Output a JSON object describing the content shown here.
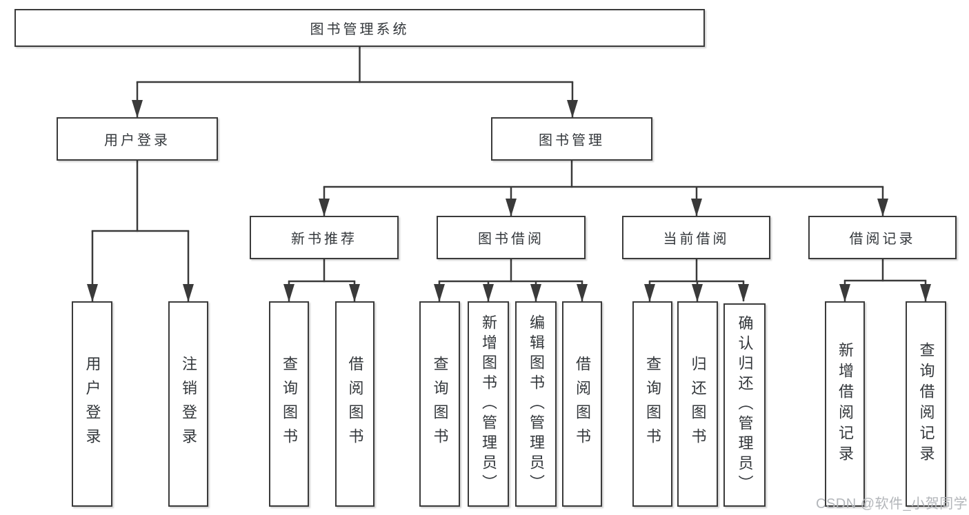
{
  "diagram": {
    "root": "图书管理系统",
    "branches": {
      "user_login": "用户登录",
      "book_mgmt": "图书管理"
    },
    "modules": {
      "new_book": "新书推荐",
      "book_borrow": "图书借阅",
      "current_borrow": "当前借阅",
      "records": "借阅记录"
    },
    "leaves": {
      "user_login": [
        "用户登录",
        "注销登录"
      ],
      "new_book": [
        "查询图书",
        "借阅图书"
      ],
      "book_borrow": [
        "查询图书",
        "新增图书（管理员）",
        "编辑图书（管理员）",
        "借阅图书"
      ],
      "current_borrow": [
        "查询图书",
        "归还图书",
        "确认归还（管理员）"
      ],
      "records": [
        "新增借阅记录",
        "查询借阅记录"
      ]
    }
  },
  "watermark": "CSDN @软件_小贺同学",
  "colors": {
    "line": "#3a3a3a",
    "border": "#3a3a3a",
    "box-fill": "#ffffff",
    "text": "#33373b",
    "watermark": "#b3b6ba",
    "background": "#ffffff"
  }
}
